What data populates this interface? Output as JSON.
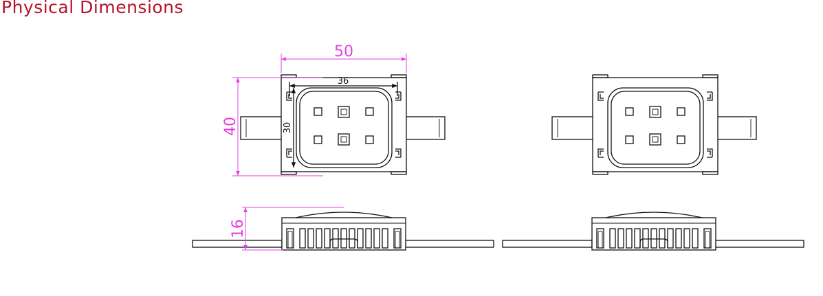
{
  "header": {
    "title": "Physical Dimensions"
  },
  "dimensions": {
    "width": "50",
    "height": "40",
    "lens_width": "36",
    "lens_height": "30",
    "thickness": "16"
  },
  "colors": {
    "title": "#b5122d",
    "dimension_lines": "#e040e0",
    "outline": "#111111"
  }
}
